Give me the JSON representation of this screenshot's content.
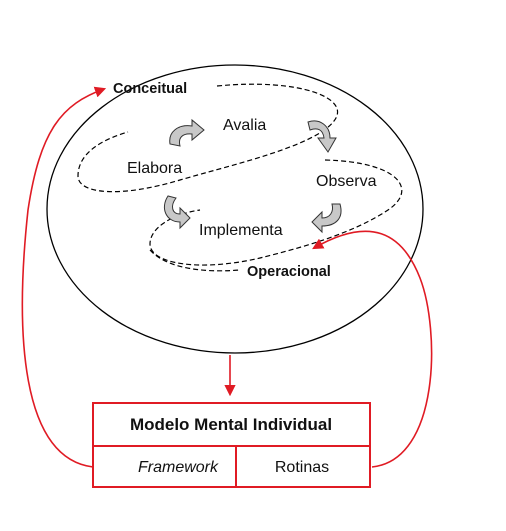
{
  "diagram": {
    "levels": {
      "top": "Conceitual",
      "bottom": "Operacional"
    },
    "steps": {
      "avalia": "Avalia",
      "elabora": "Elabora",
      "observa": "Observa",
      "implementa": "Implementa"
    },
    "model_box": {
      "title": "Modelo Mental Individual",
      "left_cell": "Framework",
      "right_cell": "Rotinas"
    },
    "colors": {
      "accent": "#e01b24",
      "line": "#000000",
      "cycle_arrow_fill": "#c8c8c8"
    },
    "icons": [
      "curved-arrow-icon",
      "red-arrowhead-icon"
    ]
  }
}
